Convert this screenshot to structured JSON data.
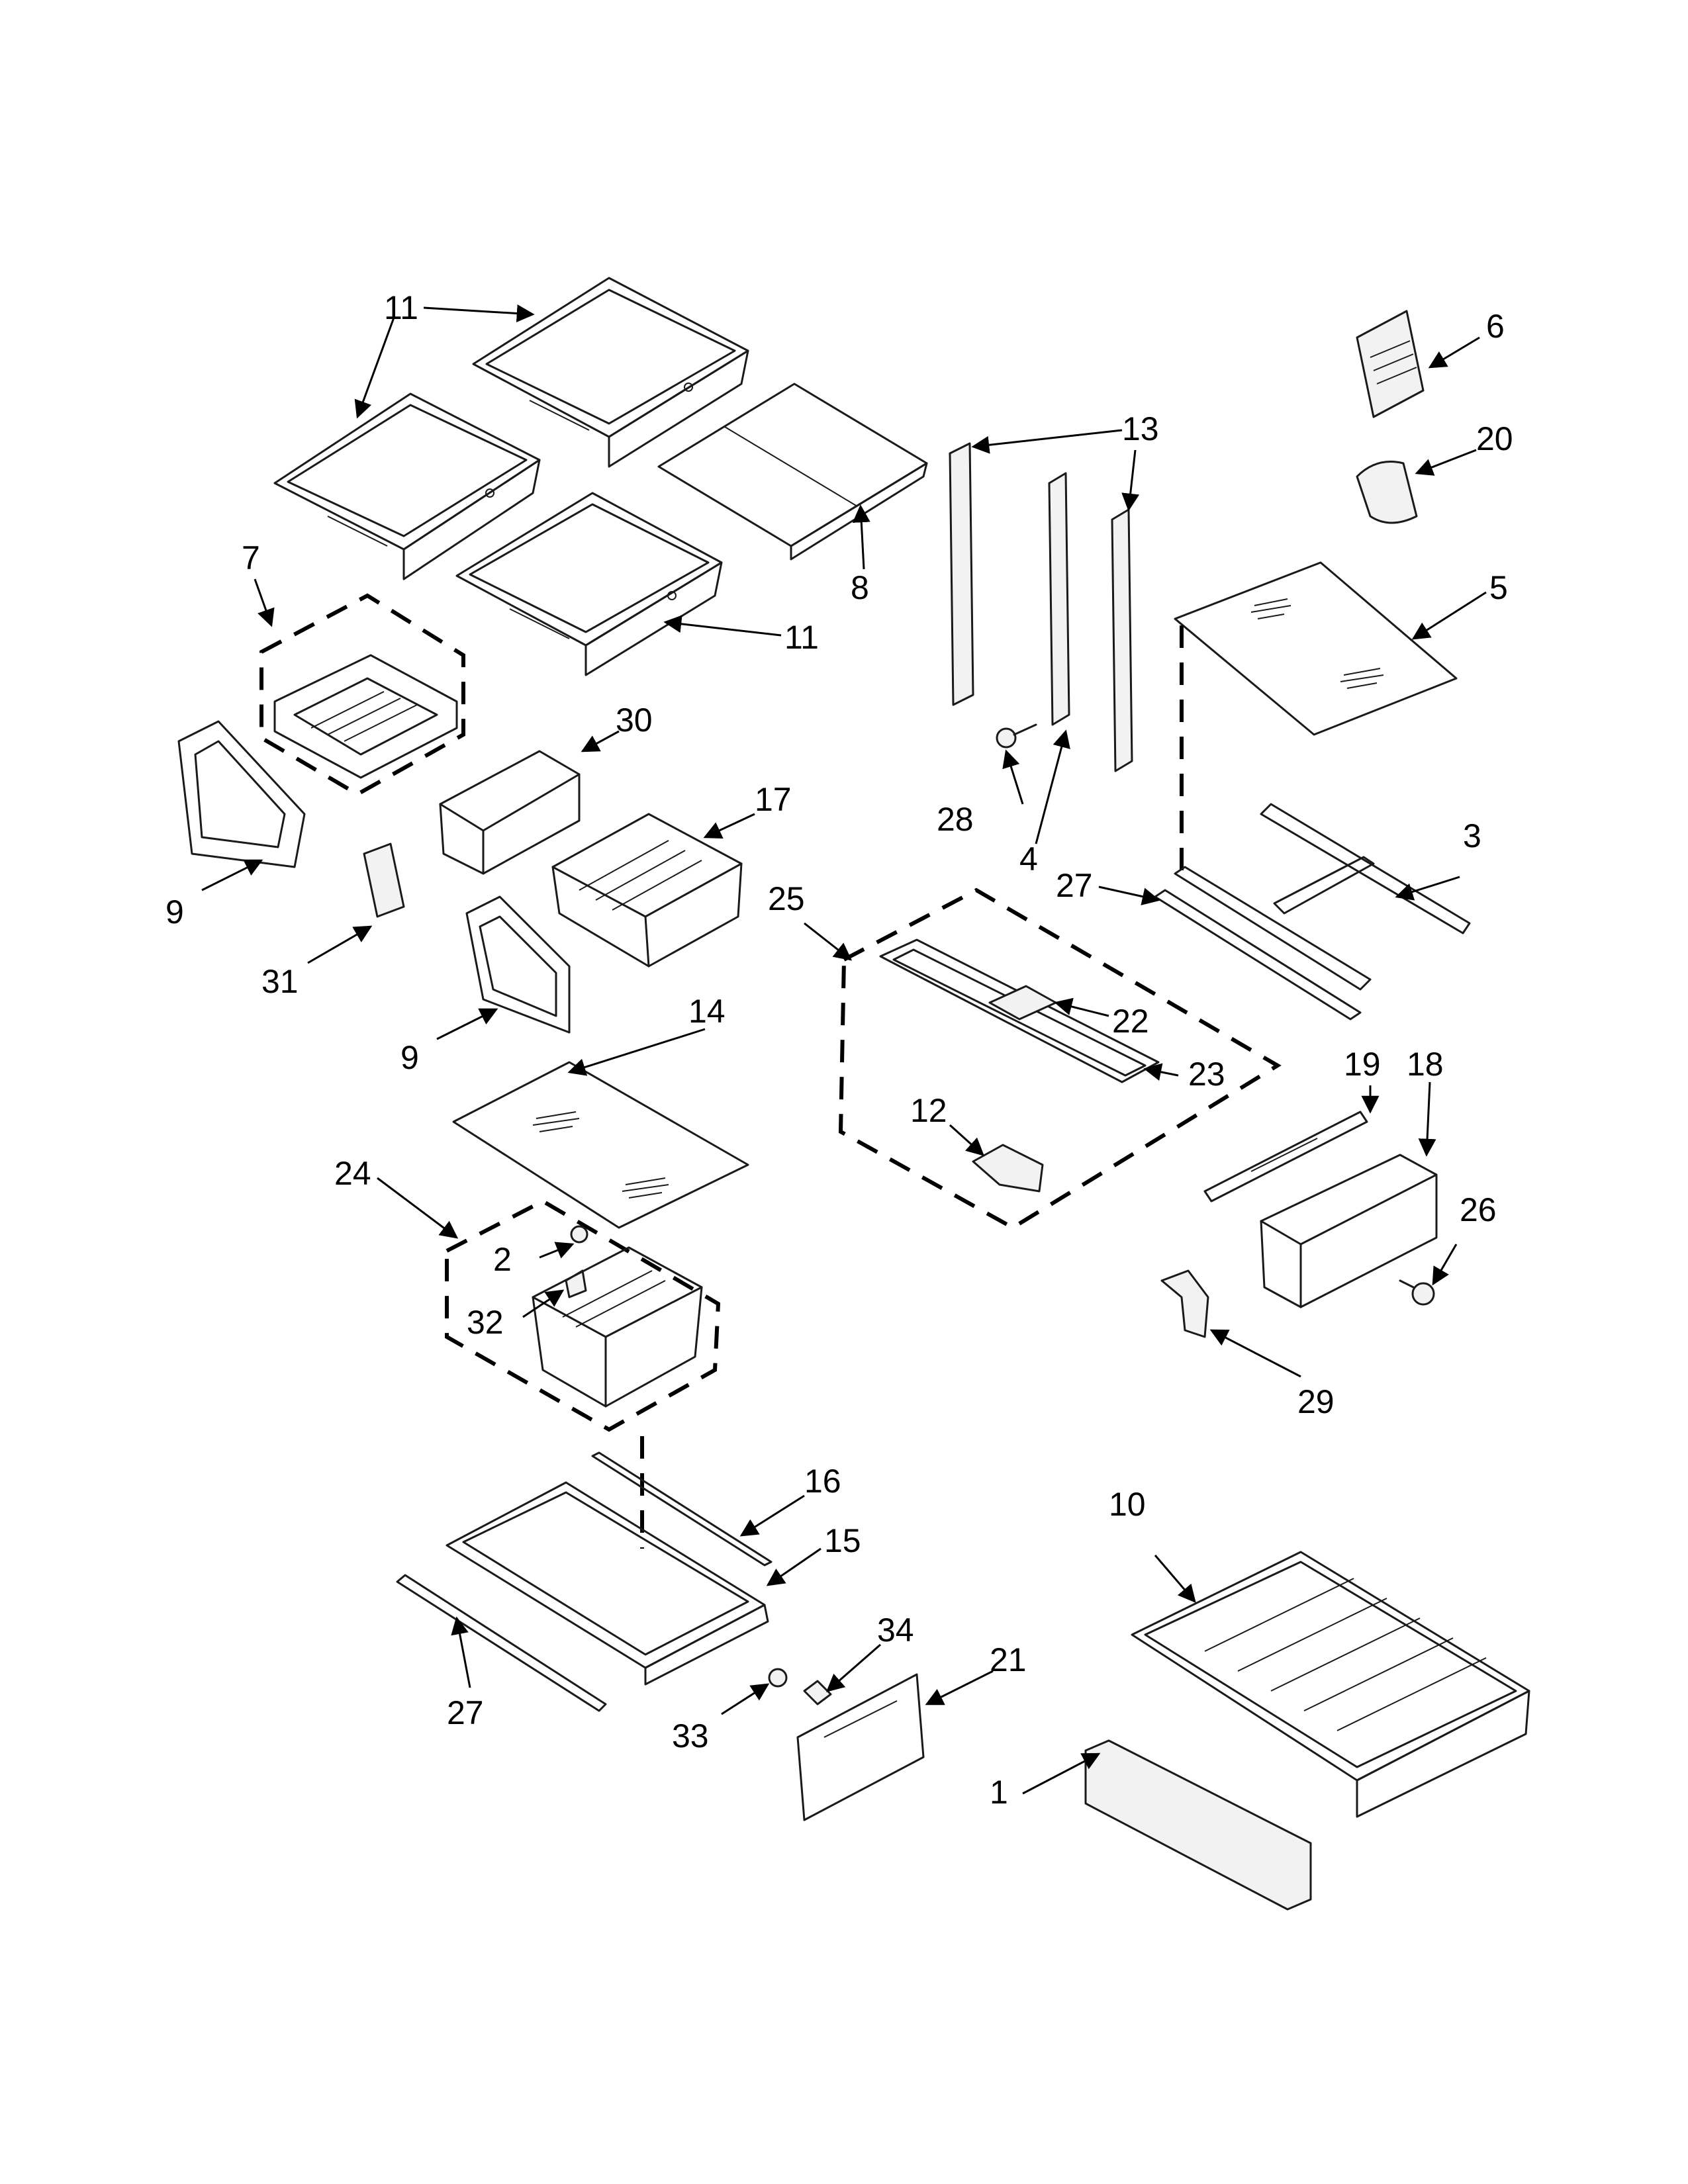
{
  "diagram": {
    "colors": {
      "line": "#1a1a1a",
      "background": "#ffffff",
      "part_fill": "#f2f2f2"
    },
    "callouts": {
      "c1": "1",
      "c2": "2",
      "c3": "3",
      "c4": "4",
      "c5": "5",
      "c6": "6",
      "c7": "7",
      "c8": "8",
      "c9a": "9",
      "c9b": "9",
      "c10": "10",
      "c11a": "11",
      "c11b": "11",
      "c12": "12",
      "c13": "13",
      "c14": "14",
      "c15": "15",
      "c16": "16",
      "c17": "17",
      "c18": "18",
      "c19": "19",
      "c20": "20",
      "c21": "21",
      "c22": "22",
      "c23": "23",
      "c24": "24",
      "c25": "25",
      "c26": "26",
      "c27a": "27",
      "c27b": "27",
      "c28": "28",
      "c29": "29",
      "c30": "30",
      "c31": "31",
      "c32": "32",
      "c33": "33",
      "c34": "34"
    }
  }
}
